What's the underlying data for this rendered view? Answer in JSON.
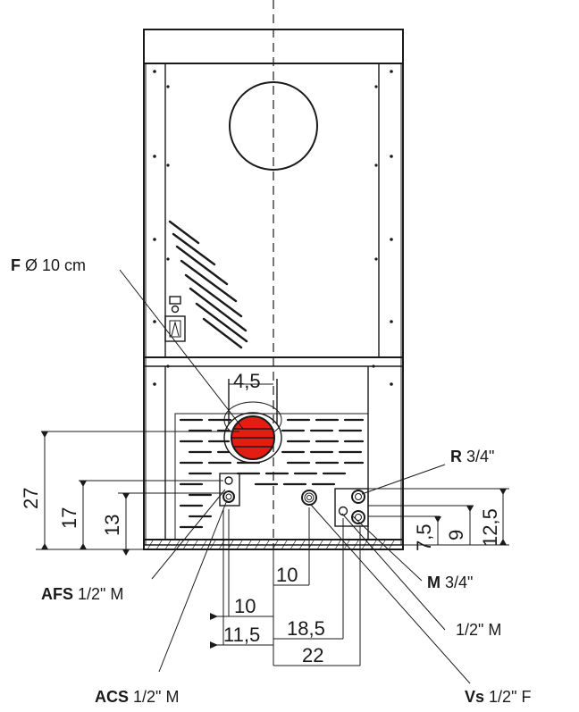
{
  "labels": {
    "flue": {
      "code": "F",
      "text": "Ø 10 cm"
    },
    "return": {
      "code": "R",
      "text": "3/4\""
    },
    "flow": {
      "code": "M",
      "text": "3/4\""
    },
    "afs": {
      "code": "AFS",
      "text": "1/2\" M"
    },
    "acs": {
      "code": "ACS",
      "text": "1/2\" M"
    },
    "vs": {
      "code": "Vs",
      "text": "1/2\" F"
    },
    "gas": {
      "text": "1/2\" M"
    }
  },
  "dimensions": {
    "flue_offset": "4,5",
    "h27": "27",
    "h17": "17",
    "h13": "13",
    "h12_5": "12,5",
    "h9": "9",
    "h7_5": "7,5",
    "d10a": "10",
    "d10b": "10",
    "d18_5": "18,5",
    "d11_5": "11,5",
    "d22": "22"
  },
  "colors": {
    "flue_fill": "#e41d12",
    "line": "#1a1a1a"
  }
}
